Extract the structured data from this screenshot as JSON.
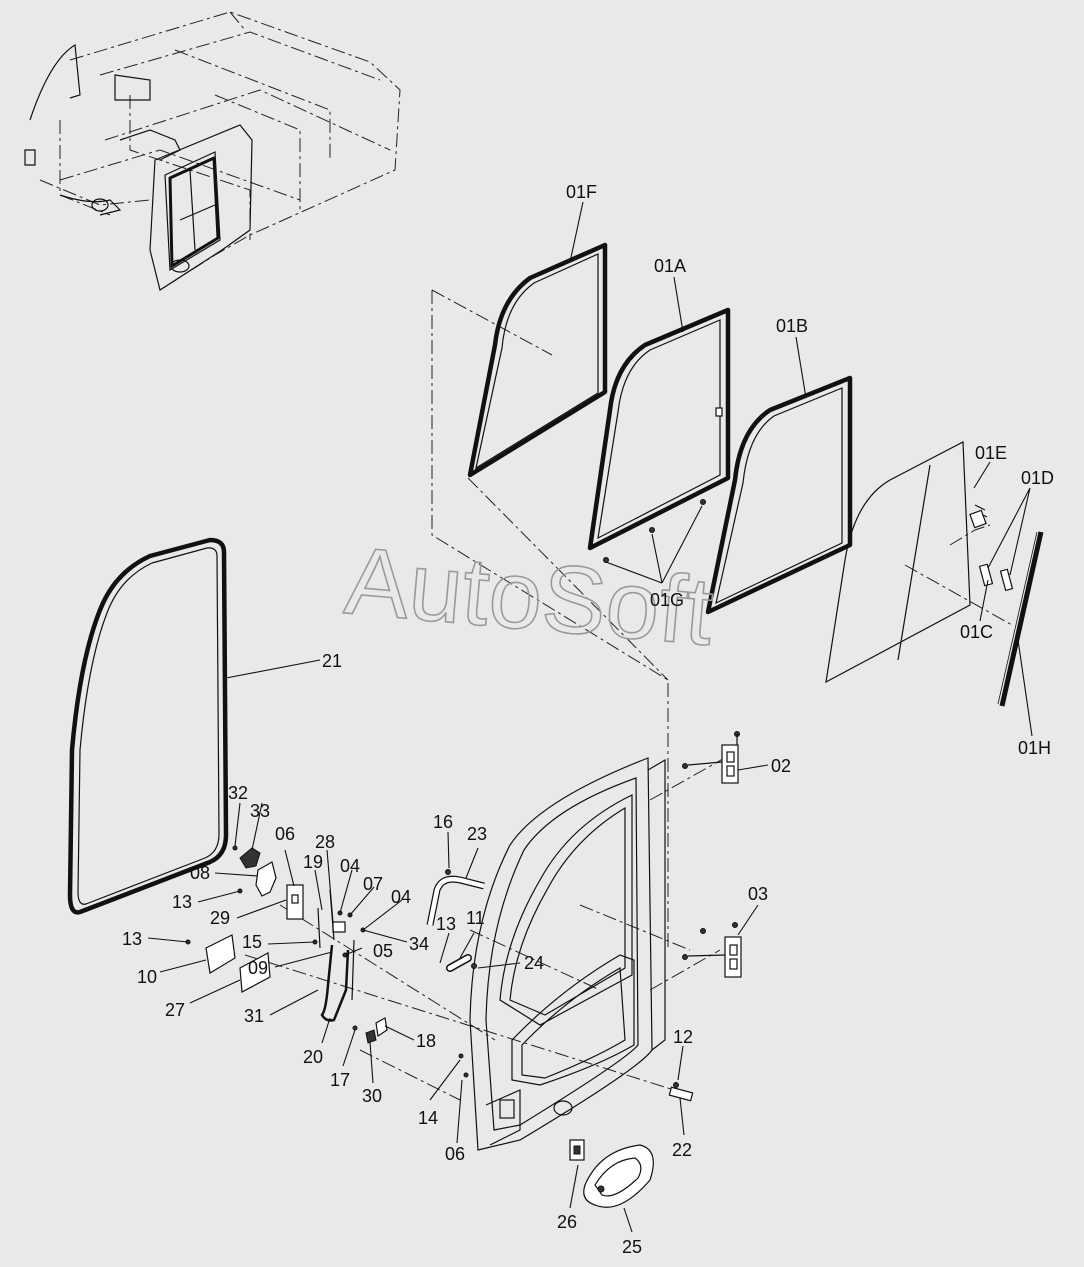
{
  "watermark": "AutoSoft",
  "labels": {
    "l01F": "01F",
    "l01A": "01A",
    "l01B": "01B",
    "l01E": "01E",
    "l01D": "01D",
    "l01G": "01G",
    "l01C": "01C",
    "l01H": "01H",
    "l02": "02",
    "l03": "03",
    "l04a": "04",
    "l04b": "04",
    "l05": "05",
    "l06a": "06",
    "l06b": "06",
    "l07": "07",
    "l08": "08",
    "l09": "09",
    "l10": "10",
    "l11": "11",
    "l12": "12",
    "l13a": "13",
    "l13b": "13",
    "l13c": "13",
    "l14": "14",
    "l15": "15",
    "l16": "16",
    "l17": "17",
    "l18": "18",
    "l19": "19",
    "l20": "20",
    "l21": "21",
    "l22": "22",
    "l23": "23",
    "l24": "24",
    "l25": "25",
    "l26": "26",
    "l27": "27",
    "l28": "28",
    "l29": "29",
    "l30": "30",
    "l31": "31",
    "l32": "32",
    "l33": "33",
    "l34": "34"
  }
}
